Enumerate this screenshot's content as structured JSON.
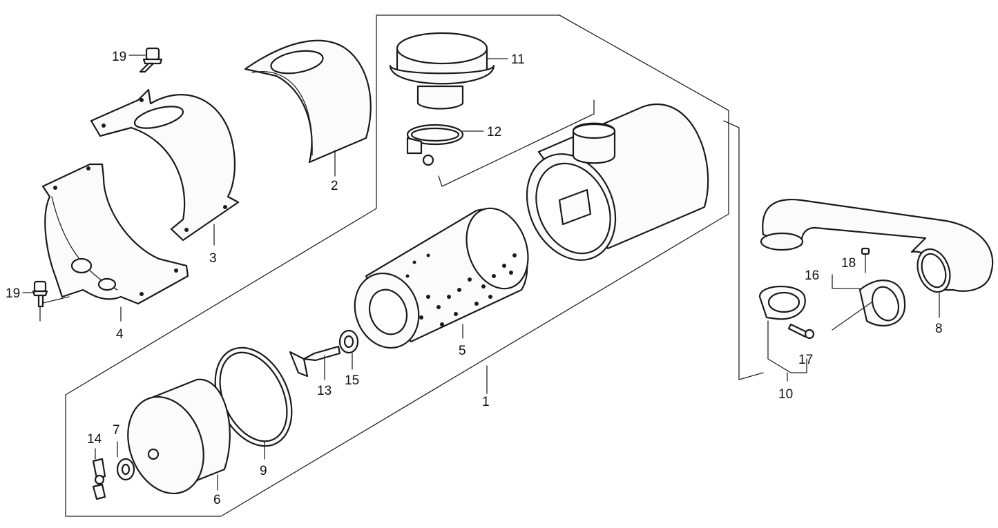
{
  "callouts": {
    "n1": "1",
    "n2": "2",
    "n3": "3",
    "n4": "4",
    "n5": "5",
    "n6": "6",
    "n7": "7",
    "n8": "8",
    "n9": "9",
    "n10": "10",
    "n11": "11",
    "n12": "12",
    "n13": "13",
    "n14": "14",
    "n15": "15",
    "n16": "16",
    "n17": "17",
    "n18": "18",
    "n19a": "19",
    "n19b": "19"
  }
}
